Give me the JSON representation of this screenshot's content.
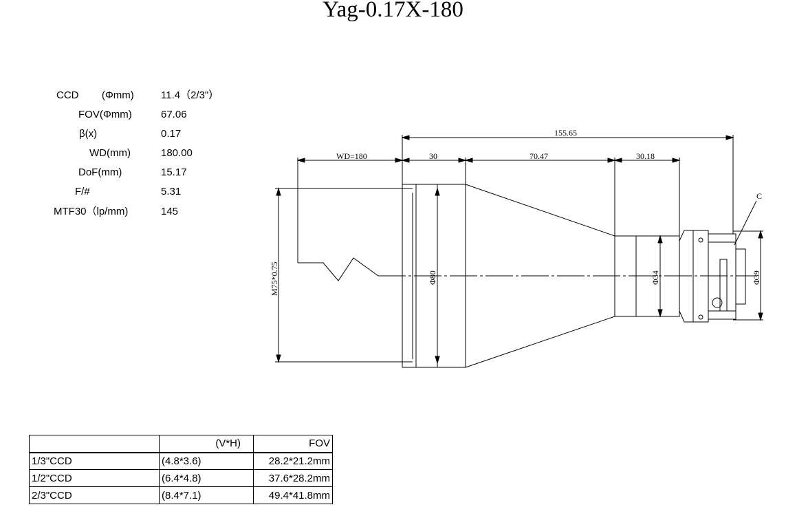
{
  "title": "Yag-0.17X-180",
  "specs": [
    {
      "label": "CCD        (Φmm)",
      "value": "11.4（2/3\"）"
    },
    {
      "label": "FOV(Φmm)",
      "value": "67.06"
    },
    {
      "label": "β(x)",
      "value": "0.17"
    },
    {
      "label": "WD(mm)",
      "value": "180.00"
    },
    {
      "label": "DoF(mm)",
      "value": "15.17"
    },
    {
      "label": "F/#",
      "value": "5.31"
    },
    {
      "label": "MTF30（lp/mm)",
      "value": "145"
    }
  ],
  "drawing": {
    "total_length": "155.65",
    "wd_label": "WD=180",
    "seg1": "30",
    "seg2": "70.47",
    "seg3": "30.18",
    "thread": "M75*0.75",
    "dia_front": "Φ80",
    "dia_mid": "Φ34",
    "dia_rear": "Φ39",
    "mount_label": "C"
  },
  "table": {
    "header": [
      "",
      "(V*H)",
      "FOV"
    ],
    "rows": [
      [
        "1/3\"CCD",
        "(4.8*3.6)",
        "28.2*21.2mm"
      ],
      [
        "1/2\"CCD",
        "(6.4*4.8)",
        "37.6*28.2mm"
      ],
      [
        "2/3\"CCD",
        "(8.4*7.1)",
        "49.4*41.8mm"
      ]
    ]
  }
}
